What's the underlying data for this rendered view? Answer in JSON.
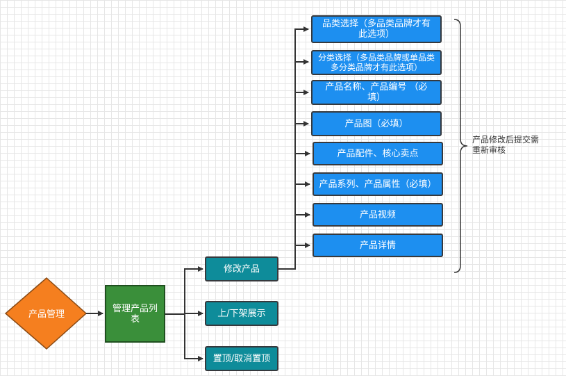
{
  "root": {
    "label": "产品管理",
    "color": "#f57f1f"
  },
  "list": {
    "label": "管理产品列表"
  },
  "actions": [
    {
      "label": "修改产品"
    },
    {
      "label": "上/下架展示"
    },
    {
      "label": "置顶/取消置顶"
    }
  ],
  "fields": [
    {
      "label": "品类选择（多品类品牌才有此选项）"
    },
    {
      "label": "分类选择（多品类品牌或单品类多分类品牌才有此选项）"
    },
    {
      "label": "产品名称、产品编号  （必填）"
    },
    {
      "label": "产品图（必填）"
    },
    {
      "label": "产品配件、核心卖点"
    },
    {
      "label": "产品系列、产品属性（必填）"
    },
    {
      "label": "产品视频"
    },
    {
      "label": "产品详情"
    }
  ],
  "note": {
    "text": "产品修改后提交需重新审核"
  }
}
